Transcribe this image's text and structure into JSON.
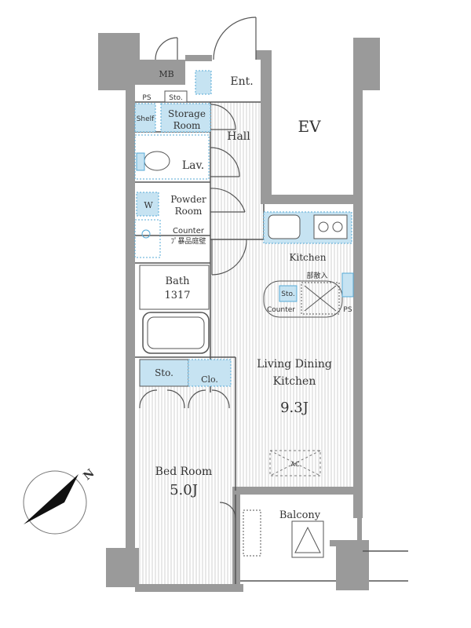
{
  "labels": {
    "mb": "MB",
    "ent": "Ent.",
    "ps_top": "PS",
    "sto_top": "Sto.",
    "shelf": "Shelf",
    "storage1": "Storage",
    "storage2": "Room",
    "hall": "Hall",
    "ev": "EV",
    "lav": "Lav.",
    "powder1": "Powder",
    "powder2": "Room",
    "w": "W",
    "counter_bath": "Counter",
    "jp_note": "ﾌﾟ暴品庭壁",
    "bath": "Bath",
    "bath_size": "1317",
    "kitchen": "Kitchen",
    "jp_kitchen": "部散入",
    "sto_kitchen": "Sto.",
    "counter_kitchen": "Counter",
    "ps_kitchen": "PS",
    "sto_bed": "Sto.",
    "clo": "Clo.",
    "ldk1": "Living Dining",
    "ldk2": "Kitchen",
    "ldk_size": "9.3J",
    "bed": "Bed Room",
    "bed_size": "5.0J",
    "balcony": "Balcony",
    "north": "N",
    "ac": "AC"
  },
  "colors": {
    "wall": "#9a9a9a",
    "line": "#555555",
    "fixture_fill": "#c6e3f2",
    "fixture_dash": "#55a9d6",
    "floor_hatch": "#d0d0d0"
  }
}
